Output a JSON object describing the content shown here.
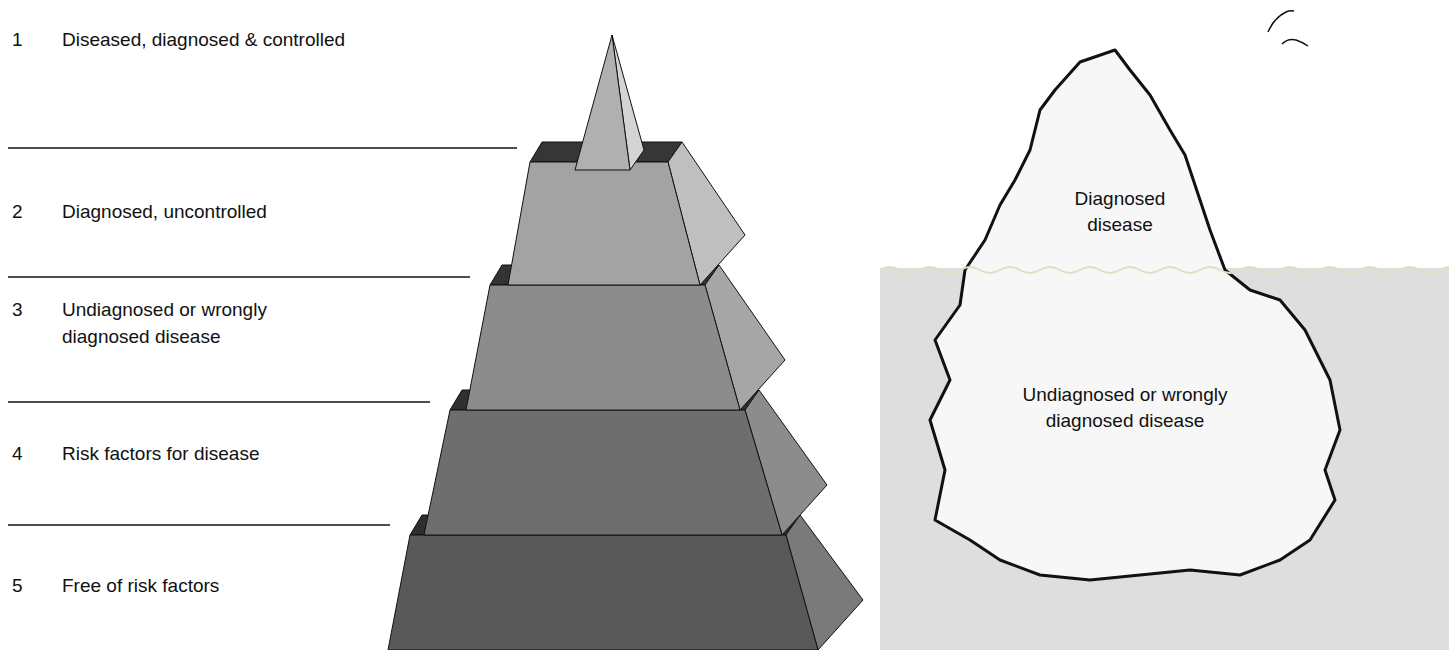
{
  "diagram": {
    "nodes": [
      {
        "text": [
          "Diagnosed disease"
        ]
      },
      {
        "text": [
          "Undiagnosed or wrongly diagnosed disease"
        ]
      }
    ],
    "labels": [
      "1",
      "Diseased, diagnosed & controlled",
      "2",
      "Diagnosed, uncontrolled",
      "3",
      "Undiagnosed or wrongly diagnosed disease",
      "4",
      "Risk factors for disease",
      "5",
      "Free of risk factors"
    ]
  }
}
